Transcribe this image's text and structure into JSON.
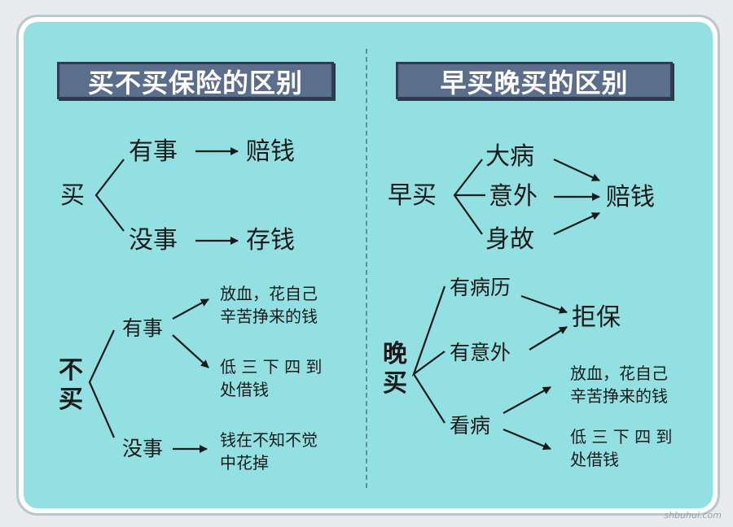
{
  "left": {
    "title": "买不买保险的区别",
    "buy": "买",
    "buy_incident": "有事",
    "buy_incident_result": "赔钱",
    "buy_none": "没事",
    "buy_none_result": "存钱",
    "nobuy": "不买",
    "nobuy_incident": "有事",
    "nobuy_incident_r1_l1": "放血，花自己",
    "nobuy_incident_r1_l2": "辛苦挣来的钱",
    "nobuy_incident_r2_l1": "低 三 下 四 到",
    "nobuy_incident_r2_l2": "处借钱",
    "nobuy_none": "没事",
    "nobuy_none_r_l1": "钱在不知不觉",
    "nobuy_none_r_l2": "中花掉"
  },
  "right": {
    "title": "早买晚买的区别",
    "early": "早买",
    "early_c1": "大病",
    "early_c2": "意外",
    "early_c3": "身故",
    "early_result": "赔钱",
    "late": "晚买",
    "late_c1": "有病历",
    "late_c2": "有意外",
    "late_refuse": "拒保",
    "late_c3": "看病",
    "late_r1_l1": "放血，花自己",
    "late_r1_l2": "辛苦挣来的钱",
    "late_r2_l1": "低 三 下 四 到",
    "late_r2_l2": "处借钱"
  },
  "watermark": "shbuhui.com",
  "colors": {
    "panel": "#92e0e2",
    "banner": "#5b6f8c",
    "ink": "#1a1a1a"
  }
}
